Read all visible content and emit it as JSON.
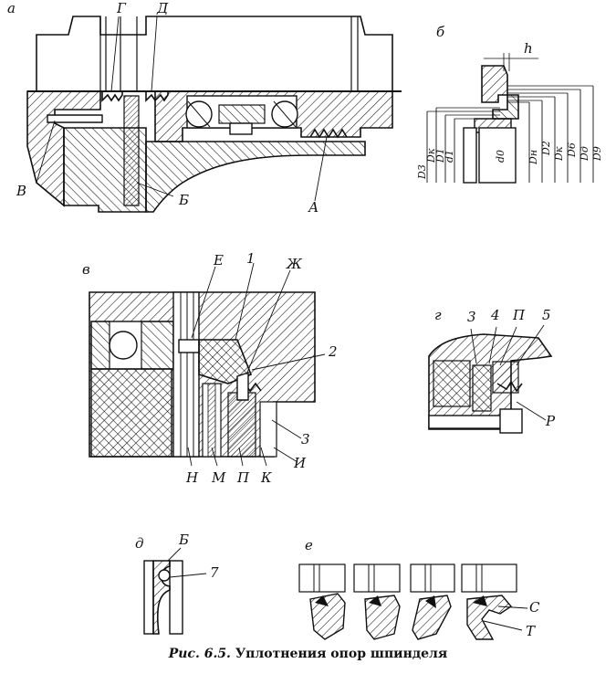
{
  "panels": {
    "a": {
      "letter": "а",
      "labels": [
        "Г",
        "Д",
        "В",
        "Б",
        "А"
      ]
    },
    "b": {
      "letter": "б",
      "labels": [
        "h",
        "D3",
        "Dк",
        "D1",
        "d1",
        "d0",
        "Dн",
        "D2",
        "Dк",
        "D6",
        "Dд",
        "D9"
      ]
    },
    "v": {
      "letter": "в",
      "labels": [
        "Е",
        "1",
        "Ж",
        "2",
        "3",
        "Н",
        "М",
        "П",
        "К",
        "И"
      ]
    },
    "g": {
      "letter": "г",
      "labels": [
        "3",
        "4",
        "П",
        "5",
        "Р"
      ]
    },
    "d": {
      "letter": "д",
      "labels": [
        "Б",
        "7"
      ]
    },
    "e": {
      "letter": "е",
      "labels": [
        "С",
        "Т"
      ]
    }
  },
  "caption": {
    "prefix": "Рис. 6.5.",
    "text": "Уплотнения опор шпинделя"
  }
}
